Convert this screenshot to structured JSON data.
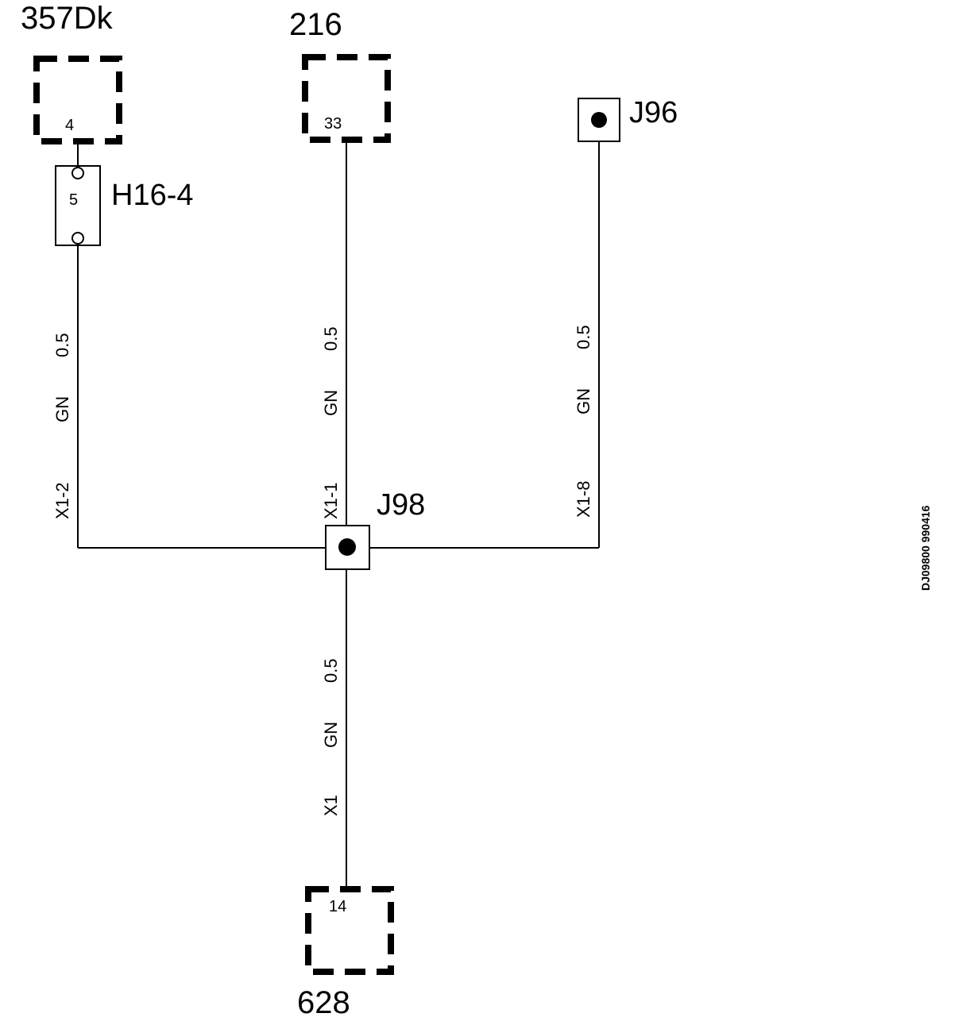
{
  "components": {
    "c357": {
      "name": "357Dk",
      "pin": "4"
    },
    "c216": {
      "name": "216",
      "pin": "33"
    },
    "c628": {
      "name": "628",
      "pin": "14"
    }
  },
  "connectors": {
    "h16": {
      "name": "H16-4",
      "pin": "5"
    },
    "j96": {
      "name": "J96"
    },
    "j98": {
      "name": "J98"
    }
  },
  "wires": {
    "left": {
      "size": "0.5",
      "color": "GN",
      "terminal": "X1-2"
    },
    "center": {
      "size": "0.5",
      "color": "GN",
      "terminal": "X1-1"
    },
    "right": {
      "size": "0.5",
      "color": "GN",
      "terminal": "X1-8"
    },
    "bottom": {
      "size": "0.5",
      "color": "GN",
      "terminal": "X1"
    }
  },
  "reference_code": "DJ09800 990416"
}
